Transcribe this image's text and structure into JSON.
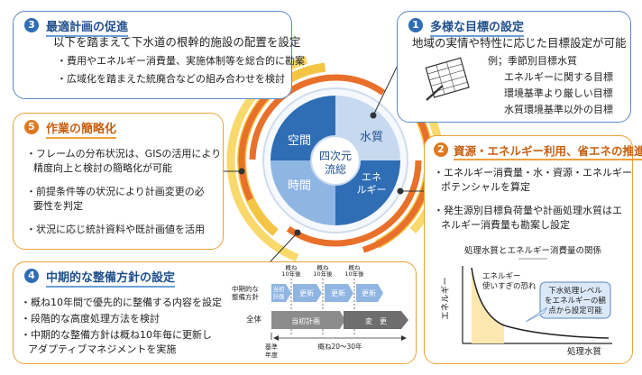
{
  "box3": {
    "num": "3",
    "title": "最適計画の促進",
    "subtitle": "以下を踏まえて下水道の根幹的施設の配置を設定",
    "items": [
      "・費用やエネルギー消費量、実施体制等を総合的に勘案",
      "・広域化を踏まえた統廃合などの組み合わせを検討"
    ]
  },
  "box1": {
    "num": "1",
    "title": "多様な目標の設定",
    "subtitle": "地域の実情や特性に応じた目標設定が可能",
    "lead": "例；季節別目標水質",
    "items": [
      "エネルギーに関する目標",
      "環境基準より厳しい目標",
      "水質環境基準以外の目標"
    ]
  },
  "box5": {
    "num": "5",
    "title": "作業の簡略化",
    "items": [
      "・フレームの分布状況は、GISの活用により",
      "精度向上と検討の簡略化が可能",
      "・前提条件等の状況により計画変更の必",
      "要性を判定",
      "・状況に応じ統計資料や既計画値を活用"
    ]
  },
  "box2": {
    "num": "2",
    "title": "資源・エネルギー利用、省エネの推進",
    "items": [
      "・エネルギー消費量・水・資源・エネルギー",
      "ポテンシャルを算定",
      "・発生源別目標負荷量や計画処理水質はエ",
      "ネルギー消費量も勘案し設定"
    ],
    "graph": {
      "title": "処理水質とエネルギー消費量の関係",
      "ylabel": "エネルギー",
      "xlabel": "処理水質",
      "risk": "エネルギー使いすぎの恐れ",
      "risk_lines": [
        "エネルギー",
        "使いすぎの恐れ"
      ],
      "callout_lines": [
        "下水処理レベル",
        "をエネルギーの観",
        "点から設定可能"
      ]
    }
  },
  "box4": {
    "num": "4",
    "title": "中期的な整備方針の設定",
    "items": [
      "・概ね10年間で優先的に整備する内容を設定",
      "・段階的な高度処理方法を検討",
      "・中期的な整備方針は概ね10年毎に更新し",
      "アダプティブマネジメントを実施"
    ],
    "timeline": {
      "row1_label": [
        "中期的な",
        "整備方針"
      ],
      "row2_label": "全体",
      "marks": [
        "概ね",
        "10年後"
      ],
      "first": [
        "当初",
        "計画"
      ],
      "update": "更新",
      "initial": "当初計画",
      "change": "変　更",
      "base": [
        "基準",
        "年度"
      ],
      "period": "概ね20～30年"
    }
  },
  "center": {
    "top_left": "空間",
    "top_right": "水質",
    "bottom_left": "時間",
    "bottom_right": [
      "エネ",
      "ルギー"
    ],
    "core": [
      "四次元",
      "流総"
    ]
  },
  "colors": {
    "blue": "#2f6db5",
    "orange": "#e07820",
    "yellow": "#f6c84a",
    "lightblue": "#8fb5e3"
  }
}
